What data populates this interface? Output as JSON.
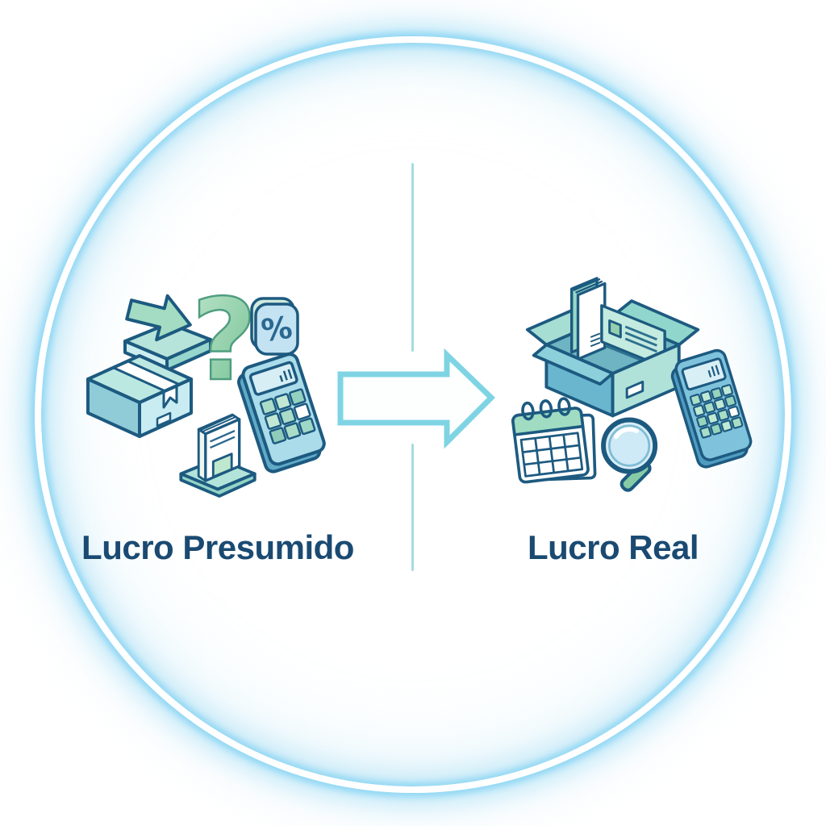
{
  "left": {
    "label": "Lucro Presumido",
    "glyphs": {
      "question": "?",
      "percent": "%"
    },
    "icons": [
      "inbox-arrow",
      "question-mark",
      "percent-cube",
      "package-box",
      "documents-tray",
      "calculator"
    ]
  },
  "right": {
    "label": "Lucro Real",
    "icons": [
      "open-box-documents",
      "calendar",
      "magnifier",
      "calculator"
    ]
  },
  "connector": {
    "type": "arrow",
    "direction": "right"
  },
  "colors": {
    "ink_outline": "#1d5a80",
    "label_text": "#1a4a72",
    "arrow_stroke": "#7fd4e3",
    "divider_line": "#a3dde2",
    "ring_glow": "#9fd7ee",
    "teal_fill": "#9fdcd0",
    "green_fill": "#8fcfae",
    "light_blue_fill": "#aedcec"
  }
}
